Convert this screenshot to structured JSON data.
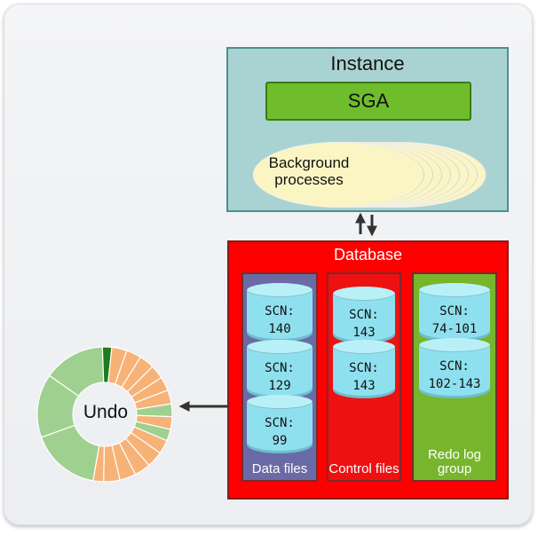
{
  "instance": {
    "title": "Instance",
    "sga_label": "SGA",
    "background_processes": "Background processes"
  },
  "database": {
    "title": "Database",
    "data_files": {
      "label": "Data files",
      "scns": [
        {
          "label": "SCN:",
          "value": "140"
        },
        {
          "label": "SCN:",
          "value": "129"
        },
        {
          "label": "SCN:",
          "value": "99"
        }
      ]
    },
    "control_files": {
      "label": "Control files",
      "scns": [
        {
          "label": "SCN:",
          "value": "143"
        },
        {
          "label": "SCN:",
          "value": "143"
        }
      ]
    },
    "redo_log_group": {
      "label": "Redo log group",
      "scns": [
        {
          "label": "SCN:",
          "value": "74-101"
        },
        {
          "label": "SCN:",
          "value": "102-143"
        }
      ]
    }
  },
  "undo": {
    "label": "Undo"
  },
  "colors": {
    "instance_fill": "#a9d3d2",
    "sga_fill": "#6fbd2c",
    "database_fill": "#ff0000",
    "data_files_fill": "#6a6aa6",
    "redo_fill": "#77b52c",
    "cylinder": "#8fe0ee",
    "undo_green": "#9fd08f",
    "undo_orange": "#f7b277",
    "undo_dark_green": "#1e7b1e"
  },
  "icons": {
    "instance_database_link": "bidirectional-arrows-icon",
    "database_undo_link": "arrow-left-icon"
  }
}
